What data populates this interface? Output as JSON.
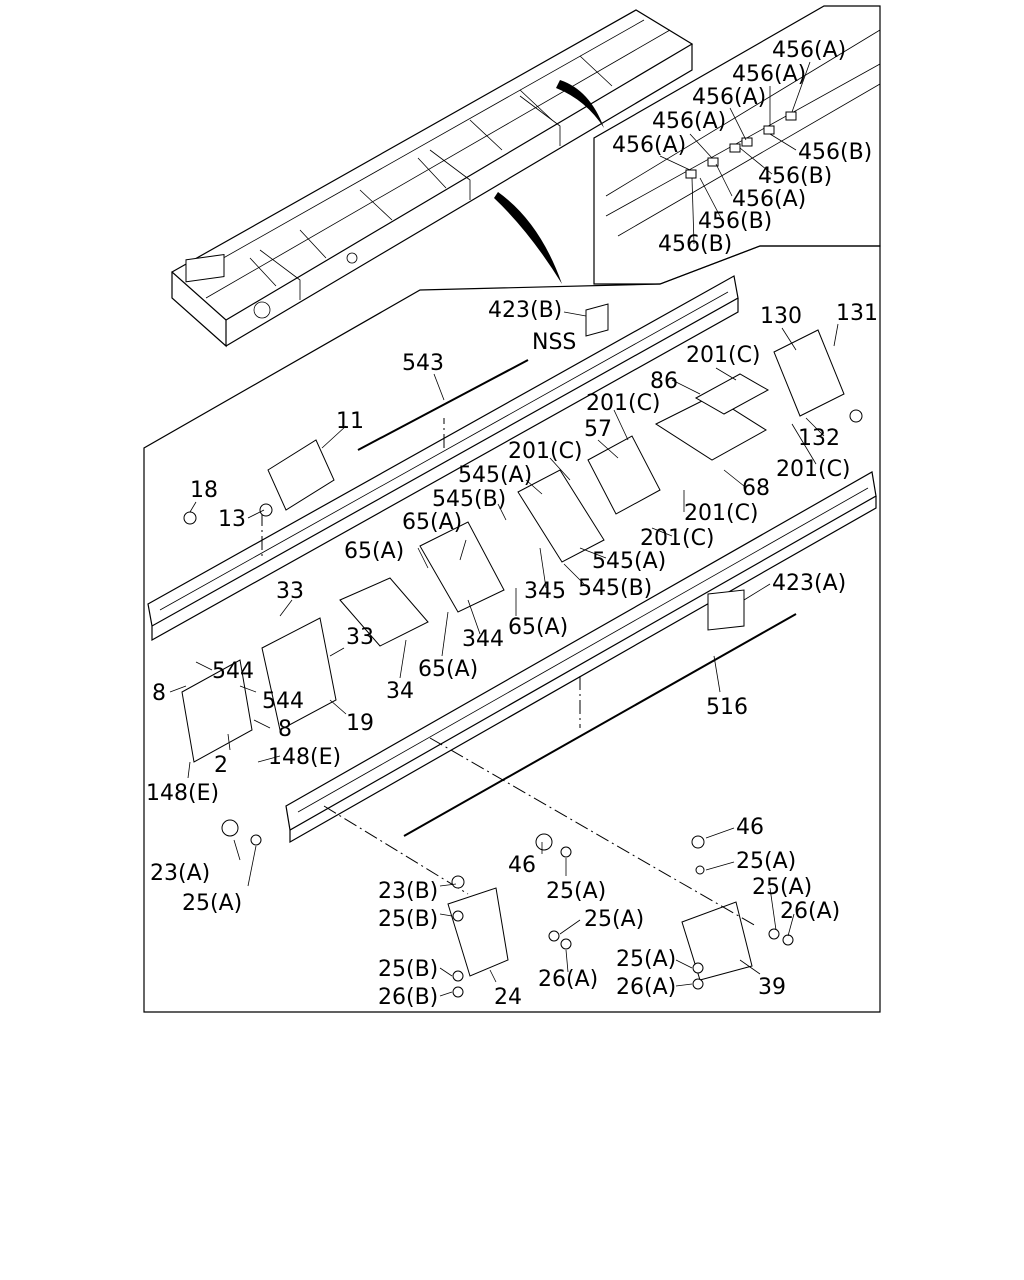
{
  "diagram": {
    "callouts": [
      "456(A)",
      "456(A)",
      "456(A)",
      "456(A)",
      "456(A)",
      "456(A)",
      "456(B)",
      "456(B)",
      "456(B)",
      "456(B)",
      "423(B)",
      "NSS",
      "543",
      "130",
      "131",
      "201(C)",
      "201(C)",
      "201(C)",
      "201(C)",
      "201(C)",
      "201(C)",
      "86",
      "57",
      "132",
      "11",
      "18",
      "13",
      "545(A)",
      "545(B)",
      "545(A)",
      "545(B)",
      "68",
      "65(A)",
      "65(A)",
      "65(A)",
      "65(A)",
      "345",
      "344",
      "33",
      "33",
      "34",
      "423(A)",
      "516",
      "544",
      "544",
      "8",
      "8",
      "19",
      "2",
      "148(E)",
      "148(E)",
      "46",
      "46",
      "23(A)",
      "25(A)",
      "25(A)",
      "25(A)",
      "25(A)",
      "25(A)",
      "25(A)",
      "23(B)",
      "25(B)",
      "25(B)",
      "26(B)",
      "24",
      "26(A)",
      "26(A)",
      "26(A)",
      "39"
    ]
  }
}
